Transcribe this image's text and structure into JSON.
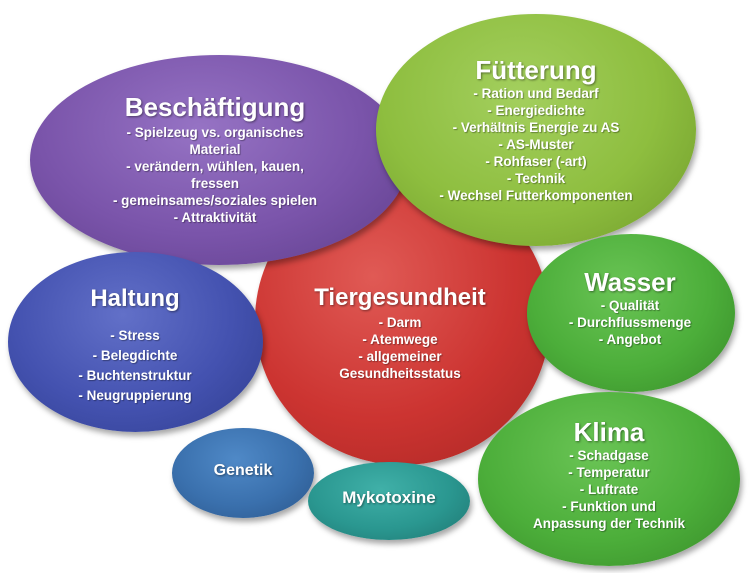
{
  "tiergesundheit": {
    "title": "Tiergesundheit",
    "items": [
      "- Darm",
      "- Atemwege",
      "- allgemeiner",
      "Gesundheitsstatus"
    ]
  },
  "beschaeftigung": {
    "title": "Beschäftigung",
    "items": [
      "- Spielzeug vs. organisches",
      "Material",
      "- verändern, wühlen, kauen,",
      "fressen",
      "- gemeinsames/soziales spielen",
      "- Attraktivität"
    ]
  },
  "fuetterung": {
    "title": "Fütterung",
    "items": [
      "- Ration und Bedarf",
      "- Energiedichte",
      "- Verhältnis Energie zu AS",
      "- AS-Muster",
      "- Rohfaser (-art)",
      "- Technik",
      "- Wechsel Futterkomponenten"
    ]
  },
  "haltung": {
    "title": "Haltung",
    "items": [
      "- Stress",
      "- Belegdichte",
      "- Buchtenstruktur",
      "- Neugruppierung"
    ]
  },
  "wasser": {
    "title": "Wasser",
    "items": [
      "- Qualität",
      "- Durchflussmenge",
      "- Angebot"
    ]
  },
  "klima": {
    "title": "Klima",
    "items": [
      "- Schadgase",
      "- Temperatur",
      "- Luftrate",
      "- Funktion und",
      "Anpassung der Technik"
    ]
  },
  "genetik": {
    "title": "Genetik"
  },
  "mykotoxine": {
    "title": "Mykotoxine"
  }
}
